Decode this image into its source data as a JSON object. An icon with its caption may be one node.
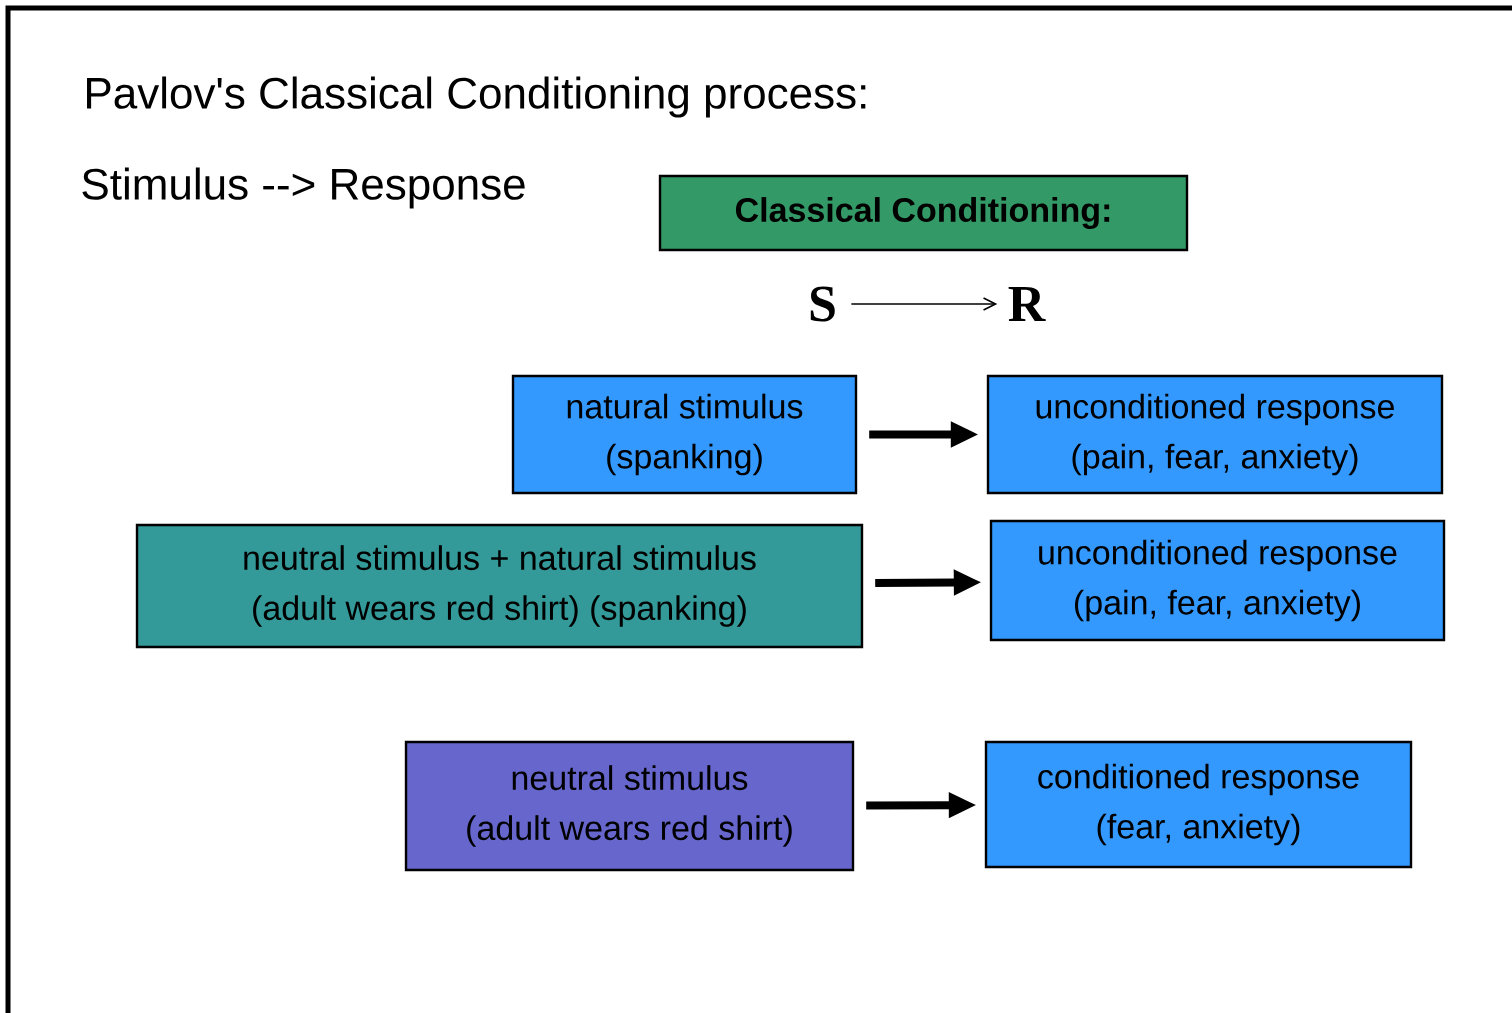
{
  "diagram": {
    "title": "Pavlov's Classical Conditioning process:",
    "nodes": [
      {
        "text": [
          "Classical Conditioning:"
        ]
      },
      {
        "text": [
          "S"
        ]
      },
      {
        "text": [
          "R"
        ]
      },
      {
        "text": [
          "natural stimulus",
          "(spanking)"
        ]
      },
      {
        "text": [
          "unconditioned response",
          "(pain, fear, anxiety)"
        ]
      },
      {
        "text": [
          "neutral stimulus + natural stimulus",
          "(adult wears red shirt)   (spanking)"
        ]
      },
      {
        "text": [
          "unconditioned response",
          "(pain, fear, anxiety)"
        ]
      },
      {
        "text": [
          "neutral stimulus",
          "(adult wears red shirt)"
        ]
      },
      {
        "text": [
          "conditioned response",
          "(fear, anxiety)"
        ]
      }
    ],
    "edges": [
      {
        "from": 1,
        "to": 2,
        "arrow": "to"
      },
      {
        "from": 3,
        "to": 4,
        "arrow": "to"
      },
      {
        "from": 5,
        "to": 6,
        "arrow": "to"
      },
      {
        "from": 7,
        "to": 8,
        "arrow": "to"
      }
    ],
    "labels": [
      "Stimulus --> Response"
    ]
  }
}
